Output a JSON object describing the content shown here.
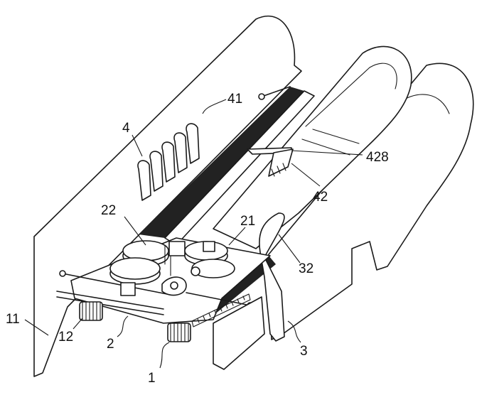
{
  "figure": {
    "labels": {
      "l1": "1",
      "l2": "2",
      "l3": "3",
      "l4": "4",
      "l11": "11",
      "l12": "12",
      "l21": "21",
      "l22": "22",
      "l32": "32",
      "l41": "41",
      "l42": "42",
      "l428": "428"
    }
  }
}
